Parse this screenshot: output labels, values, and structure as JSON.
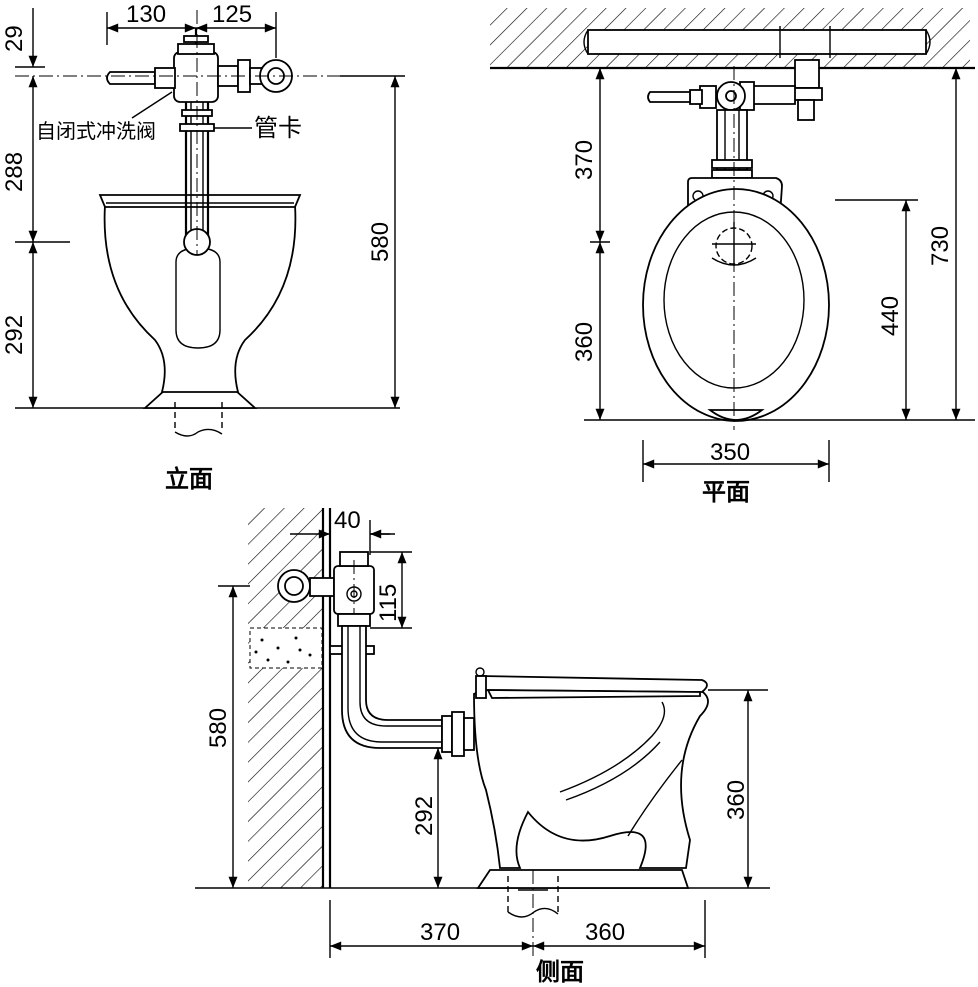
{
  "views": {
    "elevation": {
      "title": "立面",
      "dims": {
        "d130": "130",
        "d125": "125",
        "d29": "29",
        "d288": "288",
        "d292": "292",
        "d580": "580"
      },
      "labels": {
        "valve": "自闭式冲洗阀",
        "clamp": "管卡"
      }
    },
    "plan": {
      "title": "平面",
      "dims": {
        "d370": "370",
        "d360": "360",
        "d730": "730",
        "d440": "440",
        "d350": "350"
      }
    },
    "side": {
      "title": "侧面",
      "dims": {
        "d40": "40",
        "d115": "115",
        "d580": "580",
        "d292": "292",
        "d360": "360",
        "d370b": "370",
        "d360b": "360"
      }
    }
  }
}
